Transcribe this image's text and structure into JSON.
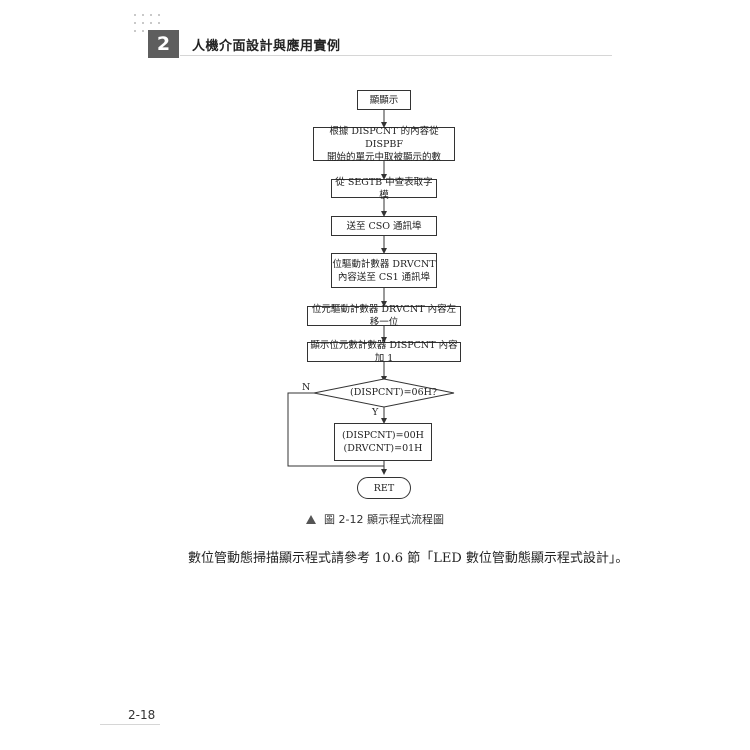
{
  "header": {
    "chapter_number": "2",
    "chapter_title": "人機介面設計與應用實例"
  },
  "flowchart": {
    "start": "顯顯示",
    "step1": [
      "根據 DISPCNT 的內容從 DISPBF",
      "開始的單元中取被顯示的數"
    ],
    "step2": "從 SEGTB 中查表取字模",
    "step3": "送至 CSO 通訊埠",
    "step4": [
      "位驅動計數器 DRVCNT",
      "內容送至 CS1 通訊埠"
    ],
    "step5": "位元驅動計數器 DRVCNT 內容左移一位",
    "step6": "顯示位元數計數器 DISPCNT 內容加 1",
    "decision": "(DISPCNT)=06H?",
    "no_label": "N",
    "yes_label": "Y",
    "reset": [
      "(DISPCNT)=00H",
      "(DRVCNT)=01H"
    ],
    "end": "RET"
  },
  "caption": "圖 2-12  顯示程式流程圖",
  "body_text": "數位管動態掃描顯示程式請參考 10.6 節「LED 數位管動態顯示程式設計」。",
  "footer": {
    "page_number": "2-18"
  },
  "icons": {
    "caption_marker": "triangle-icon"
  }
}
